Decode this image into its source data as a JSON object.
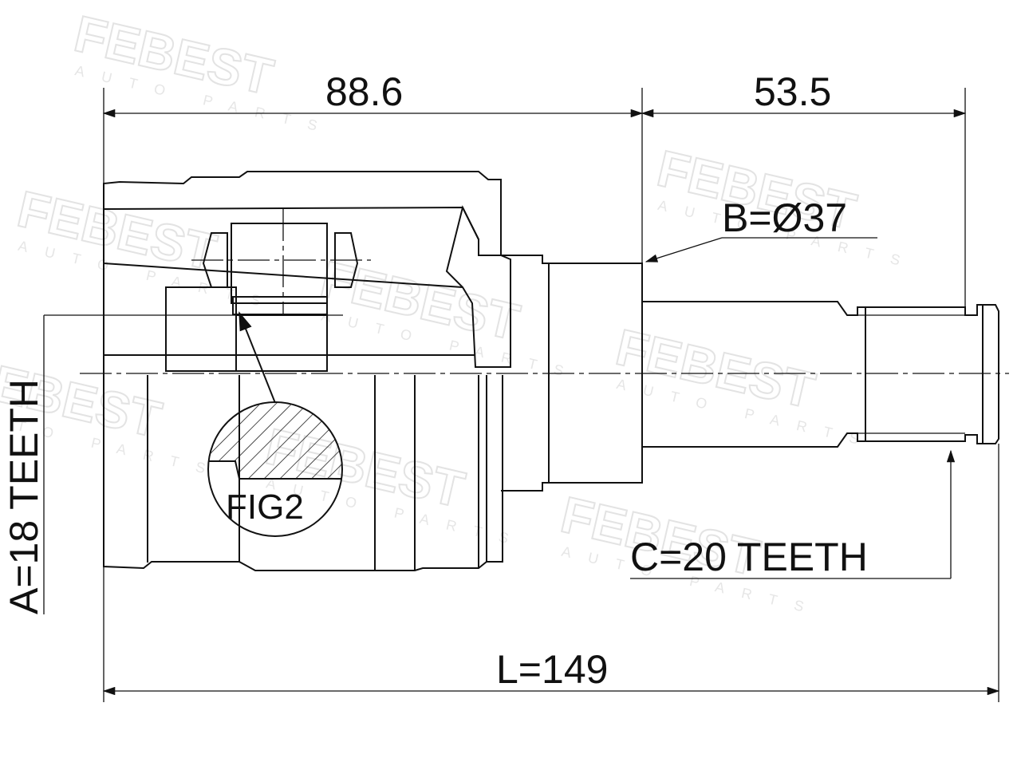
{
  "watermark": {
    "brand": "FEBEST",
    "sub": "AUTO PARTS"
  },
  "dimensions": {
    "length_88_6": "88.6",
    "length_53_5": "53.5",
    "diameter_b": "B=Ø37",
    "teeth_a": "A=18 TEETH",
    "teeth_c": "C=20 TEETH",
    "total_length": "L=149"
  },
  "figure_label": "FIG2"
}
